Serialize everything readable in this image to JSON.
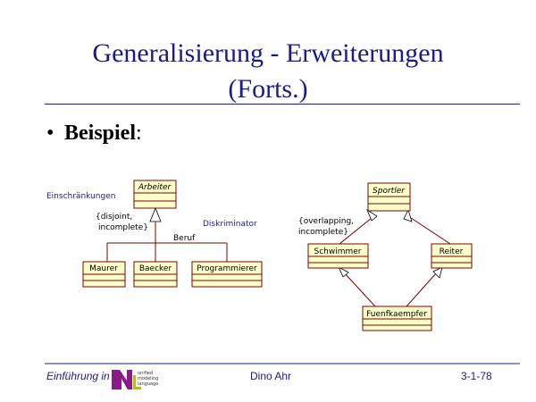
{
  "slide": {
    "title_line1": "Generalisierung - Erweiterungen",
    "title_line2": "(Forts.)",
    "bullet_label": "Beispiel",
    "bullet_colon": ":"
  },
  "diagram_left": {
    "constraints_label": "Einschränkungen",
    "discriminator_label": "Diskriminator",
    "constraint_line1": "{disjoint,",
    "constraint_line2": "incomplete}",
    "discriminator_value": "Beruf",
    "superclass": "Arbeiter",
    "subclasses": [
      "Maurer",
      "Baecker",
      "Programmierer"
    ]
  },
  "diagram_right": {
    "constraint_line1": "{overlapping,",
    "constraint_line2": "incomplete}",
    "superclass": "Sportler",
    "middle_classes": [
      "Schwimmer",
      "Reiter"
    ],
    "bottom_class": "Fuenfkaempfer"
  },
  "footer": {
    "left_text": "Einführung in",
    "logo_line1": "unified",
    "logo_line2": "modeling",
    "logo_line3": "language",
    "center_text": "Dino Ahr",
    "right_text": "3-1-78"
  },
  "colors": {
    "title": "#1a1a8c",
    "box_fill": "#ffffcc",
    "box_border": "#800000"
  }
}
